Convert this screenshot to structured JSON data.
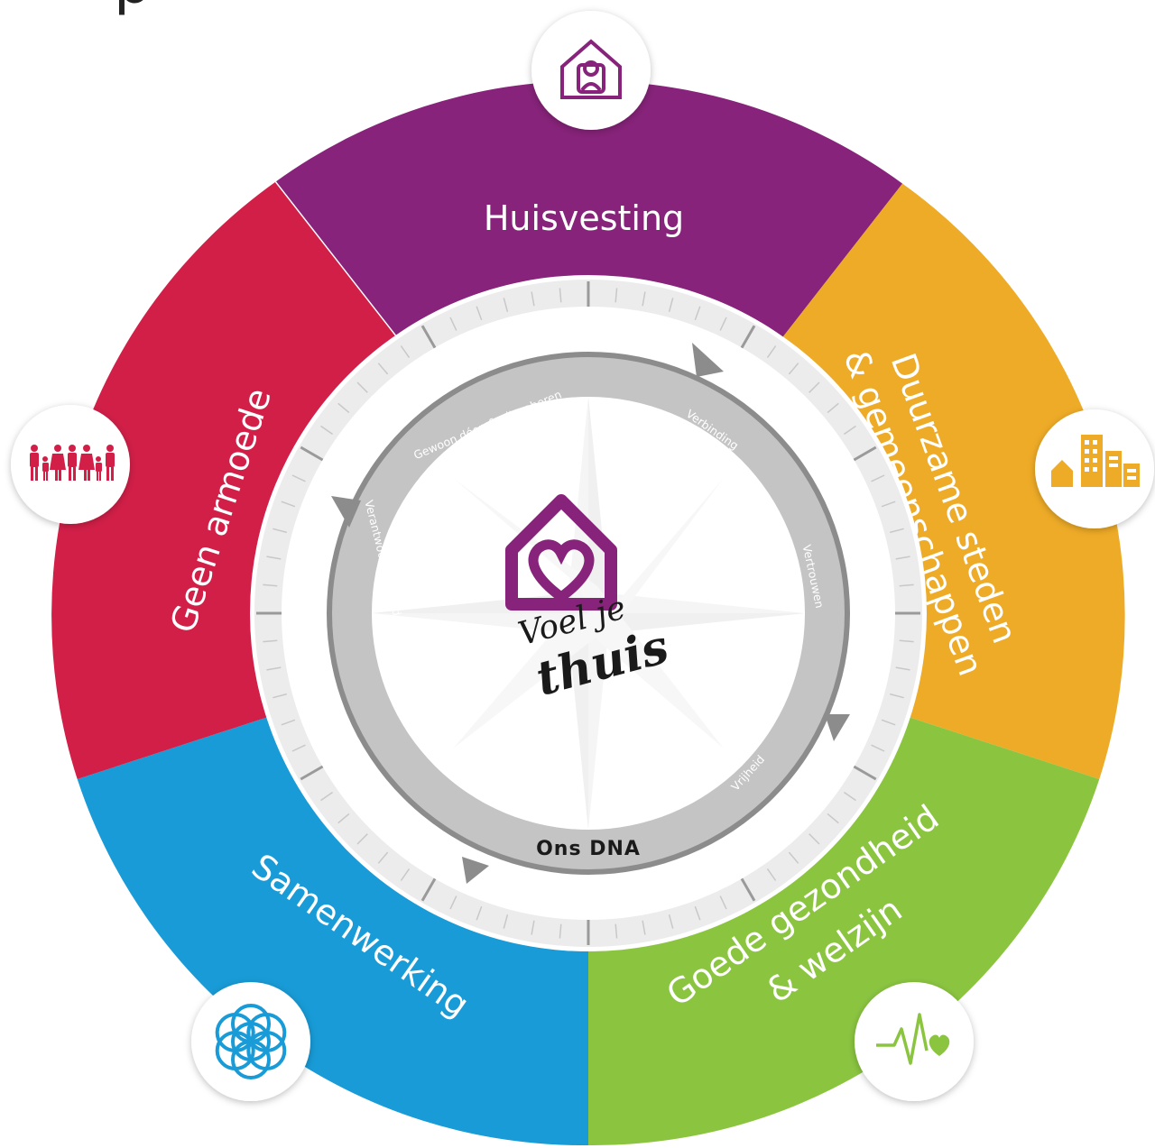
{
  "partial_text": "p",
  "segments": [
    {
      "label": "Huisvesting",
      "color": "#87237a",
      "icon": "house-person-icon"
    },
    {
      "label": "Duurzame steden",
      "label2": "& gemeenschappen",
      "color": "#eeab27",
      "icon": "city-buildings-icon"
    },
    {
      "label": "Goede gezondheid",
      "label2": "& welzijn",
      "color": "#8bc540",
      "icon": "heartbeat-icon"
    },
    {
      "label": "Samenwerking",
      "color": "#189bd7",
      "icon": "flower-of-life-icon"
    },
    {
      "label": "Geen armoede",
      "color": "#d21f48",
      "icon": "family-icon"
    }
  ],
  "dna": {
    "title": "Ons DNA",
    "values": [
      "Gewoon dóen & uitproberen",
      "Verbinding",
      "Vertrouwen",
      "Vrijheid",
      "Verantwoordelijkheid nemen én krijgen"
    ],
    "ring_color": "#a0a0a0"
  },
  "brand": {
    "line1": "Voel je",
    "line2": "thuis",
    "color": "#87237a"
  }
}
